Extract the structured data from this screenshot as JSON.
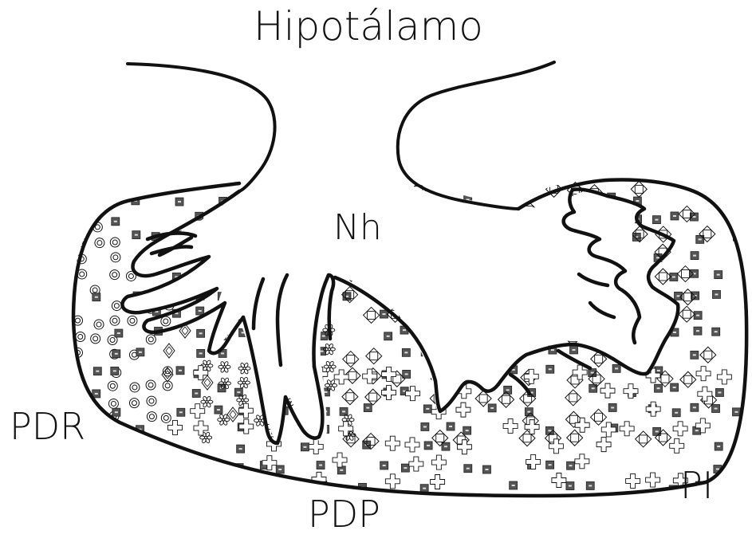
{
  "diagram": {
    "title": "Hipotálamo",
    "labels": {
      "neurohypophysis": "Nh",
      "rostral_pars_distalis": "PDR",
      "proximal_pars_distalis": "PDP",
      "pars_intermedia": "PI"
    },
    "symbol_types": [
      "double-circle",
      "filled-square",
      "diamond",
      "diamond-in-square",
      "flower",
      "cross"
    ],
    "colors": {
      "ink": "#111111",
      "background": "#ffffff",
      "square_fill": "#555555"
    }
  }
}
